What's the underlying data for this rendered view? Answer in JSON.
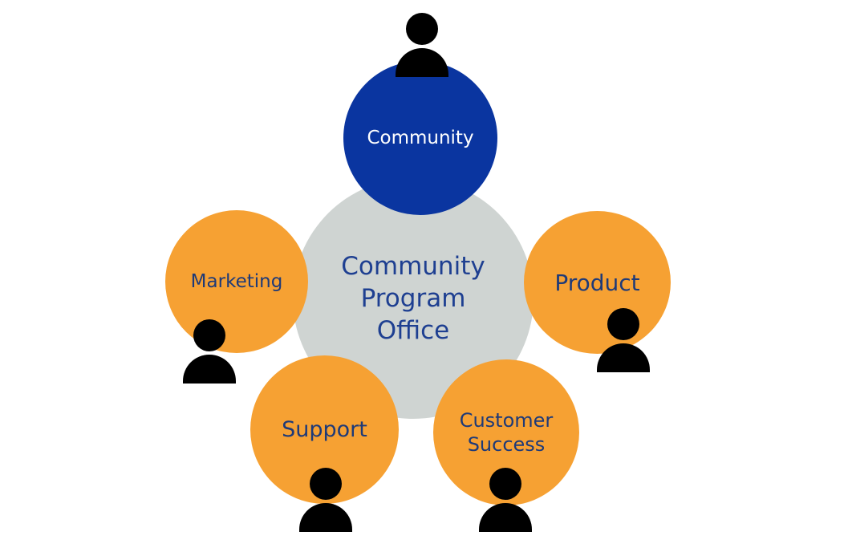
{
  "diagram": {
    "center": {
      "label": "Community\nProgram\nOffice"
    },
    "nodes": {
      "community": {
        "label": "Community"
      },
      "marketing": {
        "label": "Marketing"
      },
      "product": {
        "label": "Product"
      },
      "support": {
        "label": "Support"
      },
      "customer_success": {
        "label": "Customer\nSuccess"
      }
    },
    "icons": {
      "person": "person-icon"
    }
  },
  "colors": {
    "center_fill": "#cfd4d2",
    "center_text": "#1e3f91",
    "community_fill": "#0a35a0",
    "community_text": "#ffffff",
    "team_fill": "#f6a133",
    "team_text": "#1e3a78",
    "person_fill": "#000000"
  }
}
